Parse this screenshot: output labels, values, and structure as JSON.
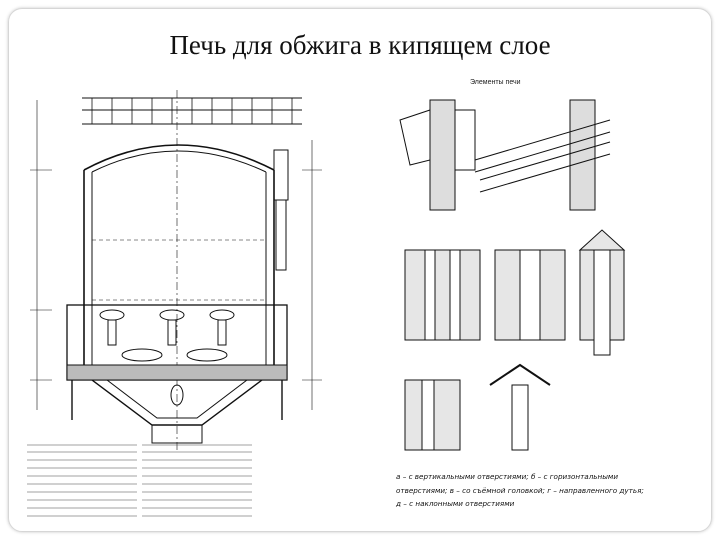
{
  "slide": {
    "title": "Печь для обжига в кипящем слое",
    "elements_label": "Элементы печи",
    "caption_lines": [
      "а – с вертикальными отверстиями; б – с горизонтальными",
      "отверстиями; в – со съёмной головкой; г – направленного дутья;",
      "д – с наклонными отверстиями"
    ]
  },
  "colors": {
    "ink": "#111111",
    "hatch": "#555555",
    "frame": "#d6d6d6"
  }
}
